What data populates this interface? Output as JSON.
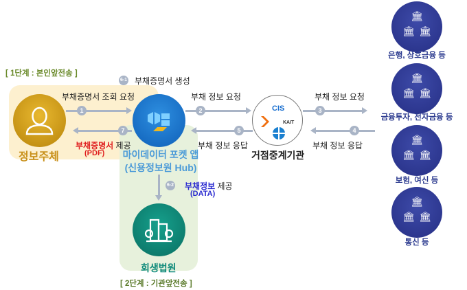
{
  "stage1": "[ 1단계 : 본인앞전송 ]",
  "stage2": "[ 2단계 : 기관앞전송 ]",
  "subject": "정보주체",
  "app": {
    "line1": "마이데이터 포켓 앱",
    "line2": "(신용정보원 Hub)"
  },
  "court": "회생법원",
  "broker": "거점중계기관",
  "broker_logos": [
    "CIS",
    "KAIT"
  ],
  "steps": {
    "s1": {
      "num": "1",
      "label": "부채증명서 조회 요청"
    },
    "s61": {
      "num": "6-1",
      "label": "부채증명서 생성"
    },
    "s2": {
      "num": "2",
      "label": "부채 정보 요청"
    },
    "s3": {
      "num": "3",
      "label": "부채 정보 요청"
    },
    "s4": {
      "num": "4",
      "label": "부채 정보 응답"
    },
    "s5": {
      "num": "5",
      "label": "부채 정보 응답"
    },
    "s7": {
      "num": "7",
      "label_red": "부채증명서",
      "label": " 제공",
      "sub": "(PDF)"
    },
    "s62": {
      "num": "6-2",
      "label_blue": "부채정보",
      "label": " 제공",
      "sub": "(DATA)"
    }
  },
  "banks": [
    "은행, 상호금융 등",
    "금융투자, 전자금융 등",
    "보험, 여신 등",
    "통신 등"
  ],
  "colors": {
    "gold": "#d9a21a",
    "blue": "#1b7bd6",
    "teal": "#0e8a7a",
    "navy": "#2b3a8f",
    "red": "#e02020"
  }
}
